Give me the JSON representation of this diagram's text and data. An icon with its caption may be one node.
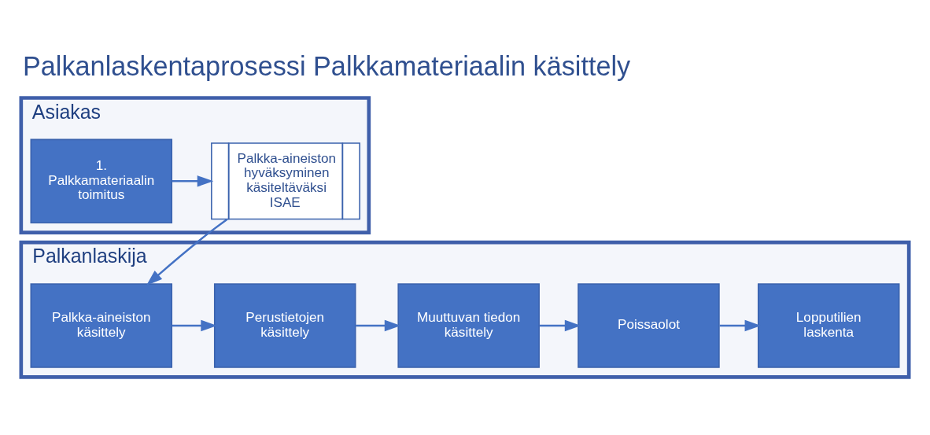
{
  "diagram": {
    "title": "Palkanlaskentaprosessi Palkkamateriaalin käsittely",
    "nodes": [
      {
        "text": [
          "Asiakas"
        ]
      },
      {
        "text": [
          "1. Palkkamateriaalin toimitus"
        ],
        "in": 0
      },
      {
        "text": [
          "Palkka-aineiston hyväksyminen käsiteltäväksi ISAE"
        ],
        "in": 0
      },
      {
        "text": [
          "Palkanlaskija"
        ]
      },
      {
        "text": [
          "Palkka-aineiston käsittely"
        ],
        "in": 3
      },
      {
        "text": [
          "Perustietojen käsittely"
        ],
        "in": 3
      },
      {
        "text": [
          "Muuttuvan tiedon käsittely"
        ],
        "in": 3
      },
      {
        "text": [
          "Poissaolot"
        ],
        "in": 3
      },
      {
        "text": [
          "Lopputilien laskenta"
        ],
        "in": 3
      }
    ],
    "edges": [
      {
        "from": 1,
        "to": 2,
        "arrow": "to"
      },
      {
        "from": 2,
        "to": 4,
        "arrow": "to"
      },
      {
        "from": 4,
        "to": 5,
        "arrow": "to"
      },
      {
        "from": 5,
        "to": 6,
        "arrow": "to"
      },
      {
        "from": 6,
        "to": 7,
        "arrow": "to"
      },
      {
        "from": 7,
        "to": 8,
        "arrow": "to"
      }
    ]
  }
}
